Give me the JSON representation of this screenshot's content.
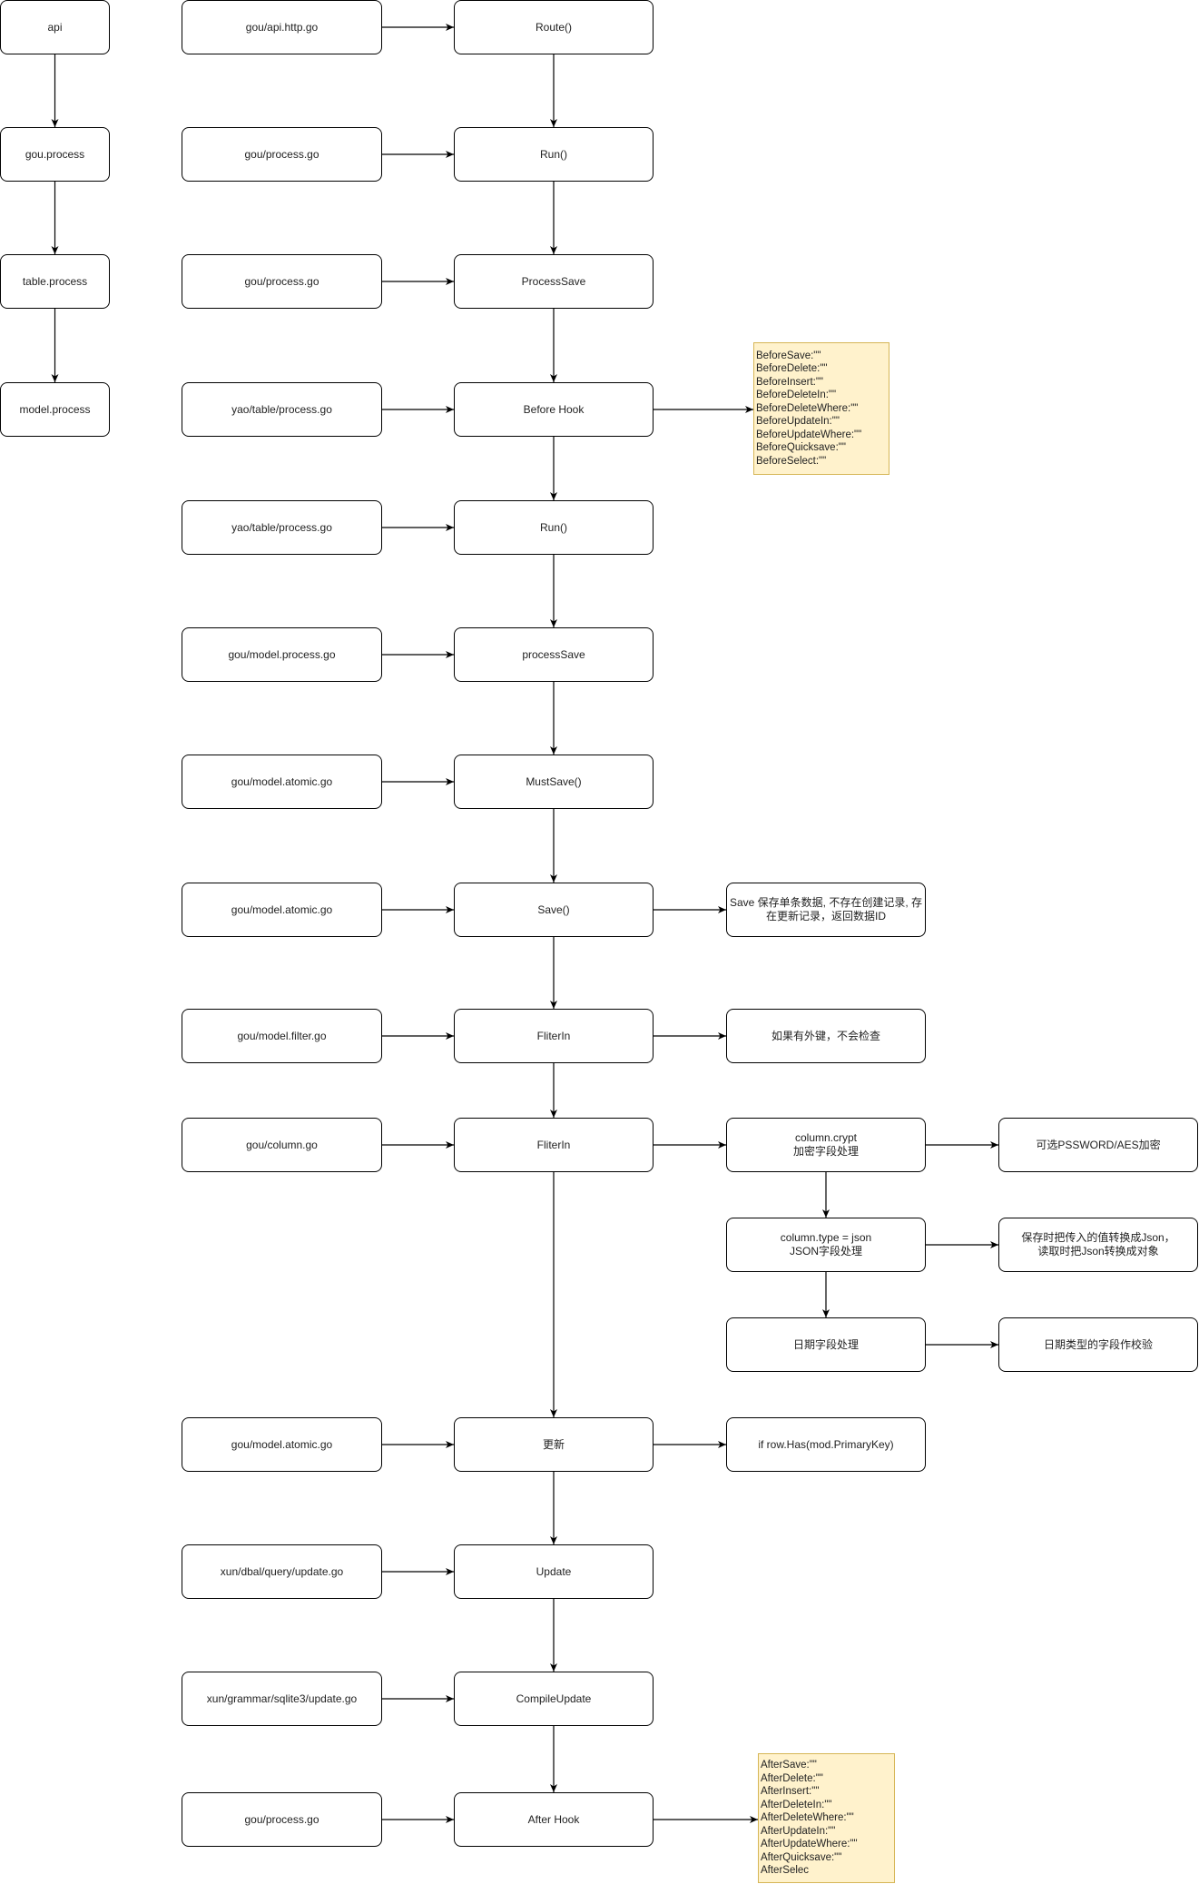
{
  "nodes": [
    {
      "id": "api",
      "lines": [
        "api"
      ]
    },
    {
      "id": "gou_process",
      "lines": [
        "gou.process"
      ]
    },
    {
      "id": "table_process",
      "lines": [
        "table.process"
      ]
    },
    {
      "id": "model_process",
      "lines": [
        "model.process"
      ]
    },
    {
      "id": "f1",
      "lines": [
        "gou/api.http.go"
      ]
    },
    {
      "id": "f2",
      "lines": [
        "gou/process.go"
      ]
    },
    {
      "id": "f3",
      "lines": [
        "gou/process.go"
      ]
    },
    {
      "id": "f4",
      "lines": [
        "yao/table/process.go"
      ]
    },
    {
      "id": "f5",
      "lines": [
        "yao/table/process.go"
      ]
    },
    {
      "id": "f6",
      "lines": [
        "gou/model.process.go"
      ]
    },
    {
      "id": "f7",
      "lines": [
        "gou/model.atomic.go"
      ]
    },
    {
      "id": "f8",
      "lines": [
        "gou/model.atomic.go"
      ]
    },
    {
      "id": "f9",
      "lines": [
        "gou/model.filter.go"
      ]
    },
    {
      "id": "f10",
      "lines": [
        "gou/column.go"
      ]
    },
    {
      "id": "f11",
      "lines": [
        "gou/model.atomic.go"
      ]
    },
    {
      "id": "f12",
      "lines": [
        "xun/dbal/query/update.go"
      ]
    },
    {
      "id": "f13",
      "lines": [
        "xun/grammar/sqlite3/update.go"
      ]
    },
    {
      "id": "f14",
      "lines": [
        "gou/process.go"
      ]
    },
    {
      "id": "c1",
      "lines": [
        "Route()"
      ]
    },
    {
      "id": "c2",
      "lines": [
        "Run()"
      ]
    },
    {
      "id": "c3",
      "lines": [
        "ProcessSave"
      ]
    },
    {
      "id": "c4",
      "lines": [
        "Before Hook"
      ]
    },
    {
      "id": "c5",
      "lines": [
        "Run()"
      ]
    },
    {
      "id": "c6",
      "lines": [
        "processSave"
      ]
    },
    {
      "id": "c7",
      "lines": [
        "MustSave()"
      ]
    },
    {
      "id": "c8",
      "lines": [
        "Save()"
      ]
    },
    {
      "id": "c9",
      "lines": [
        "FliterIn"
      ]
    },
    {
      "id": "c10",
      "lines": [
        "FliterIn"
      ]
    },
    {
      "id": "c11",
      "lines": [
        "更新"
      ]
    },
    {
      "id": "c12",
      "lines": [
        "Update"
      ]
    },
    {
      "id": "c13",
      "lines": [
        "CompileUpdate"
      ]
    },
    {
      "id": "c14",
      "lines": [
        "After Hook"
      ]
    },
    {
      "id": "d8",
      "lines": [
        "Save 保存单条数据, 不存在创建记录, 存",
        "在更新记录，返回数据ID"
      ]
    },
    {
      "id": "d9",
      "lines": [
        "如果有外键，不会检查"
      ]
    },
    {
      "id": "d10",
      "lines": [
        "column.crypt",
        "加密字段处理"
      ]
    },
    {
      "id": "d11",
      "lines": [
        "column.type = json",
        "JSON字段处理"
      ]
    },
    {
      "id": "d12",
      "lines": [
        "日期字段处理"
      ]
    },
    {
      "id": "d13",
      "lines": [
        "if row.Has(mod.PrimaryKey)"
      ]
    },
    {
      "id": "e10",
      "lines": [
        "可选PSSWORD/AES加密"
      ]
    },
    {
      "id": "e11",
      "lines": [
        "保存时把传入的值转换成Json，",
        "读取时把Json转换成对象"
      ]
    },
    {
      "id": "e12",
      "lines": [
        "日期类型的字段作校验"
      ]
    }
  ],
  "notes": [
    {
      "id": "before_note",
      "lines": [
        "BeforeSave:\"\"",
        "BeforeDelete:\"\"",
        "BeforeInsert:\"\"",
        "BeforeDeleteIn:\"\"",
        "BeforeDeleteWhere:\"\"",
        "BeforeUpdateIn:\"\"",
        "BeforeUpdateWhere:\"\"",
        "BeforeQuicksave:\"\"",
        "BeforeSelect:\"\""
      ]
    },
    {
      "id": "after_note",
      "lines": [
        "AfterSave:\"\"",
        "AfterDelete:\"\"",
        "AfterInsert:\"\"",
        "AfterDeleteIn:\"\"",
        "AfterDeleteWhere:\"\"",
        "AfterUpdateIn:\"\"",
        "AfterUpdateWhere:\"\"",
        "AfterQuicksave:\"\"",
        "AfterSelec"
      ]
    }
  ],
  "edges": [
    [
      "api",
      "gou_process"
    ],
    [
      "gou_process",
      "table_process"
    ],
    [
      "table_process",
      "model_process"
    ],
    [
      "f1",
      "c1"
    ],
    [
      "f2",
      "c2"
    ],
    [
      "f3",
      "c3"
    ],
    [
      "f4",
      "c4"
    ],
    [
      "f5",
      "c5"
    ],
    [
      "f6",
      "c6"
    ],
    [
      "f7",
      "c7"
    ],
    [
      "f8",
      "c8"
    ],
    [
      "f9",
      "c9"
    ],
    [
      "f10",
      "c10"
    ],
    [
      "f11",
      "c11"
    ],
    [
      "f12",
      "c12"
    ],
    [
      "f13",
      "c13"
    ],
    [
      "f14",
      "c14"
    ],
    [
      "c1",
      "c2"
    ],
    [
      "c2",
      "c3"
    ],
    [
      "c3",
      "c4"
    ],
    [
      "c4",
      "c5"
    ],
    [
      "c5",
      "c6"
    ],
    [
      "c6",
      "c7"
    ],
    [
      "c7",
      "c8"
    ],
    [
      "c8",
      "c9"
    ],
    [
      "c9",
      "c10"
    ],
    [
      "c10",
      "c11"
    ],
    [
      "c11",
      "c12"
    ],
    [
      "c12",
      "c13"
    ],
    [
      "c13",
      "c14"
    ],
    [
      "c4",
      "before_note"
    ],
    [
      "c14",
      "after_note"
    ],
    [
      "c8",
      "d8"
    ],
    [
      "c9",
      "d9"
    ],
    [
      "c10",
      "d10"
    ],
    [
      "c11",
      "d13"
    ],
    [
      "d10",
      "d11"
    ],
    [
      "d11",
      "d12"
    ],
    [
      "d10",
      "e10"
    ],
    [
      "d11",
      "e11"
    ],
    [
      "d12",
      "e12"
    ]
  ]
}
